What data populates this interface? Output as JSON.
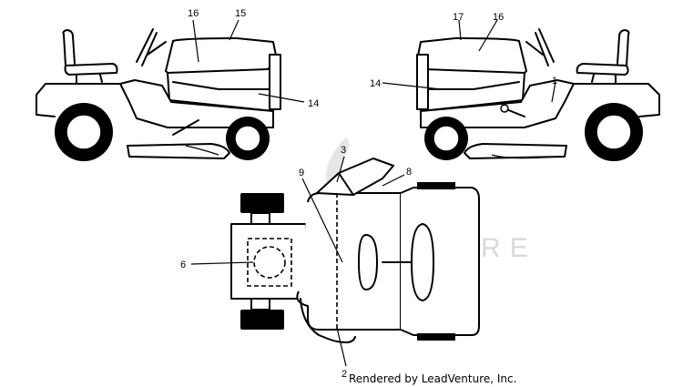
{
  "callouts": {
    "left_16": "16",
    "left_15": "15",
    "left_14": "14",
    "right_17": "17",
    "right_16": "16",
    "right_14": "14",
    "right_1": "1",
    "top_3": "3",
    "top_8": "8",
    "top_9": "9",
    "top_6": "6",
    "top_2": "2"
  },
  "watermark": {
    "text": "LEADVENTURE"
  },
  "credit": {
    "text": "Rendered by LeadVenture, Inc."
  },
  "colors": {
    "ink": "#000000",
    "background": "#ffffff",
    "watermark": "#d9d9d9"
  }
}
